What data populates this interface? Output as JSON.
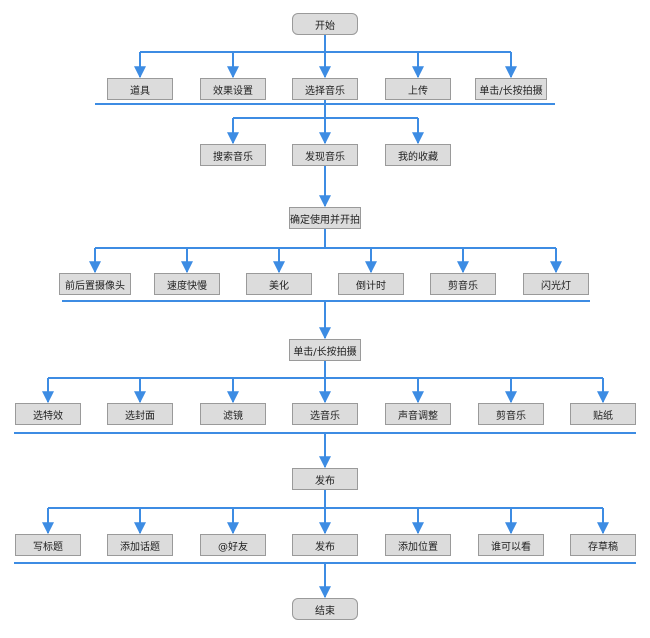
{
  "colors": {
    "line": "#3d8ce3",
    "box_fill": "#dcdcdc",
    "box_border": "#9a9a9a",
    "text": "#222222"
  },
  "start": "开始",
  "row1": [
    "道具",
    "效果设置",
    "选择音乐",
    "上传",
    "单击/长按拍摄"
  ],
  "music": [
    "搜索音乐",
    "发现音乐",
    "我的收藏"
  ],
  "confirm": "确定使用并开拍",
  "row2": [
    "前后置摄像头",
    "速度快慢",
    "美化",
    "倒计时",
    "剪音乐",
    "闪光灯"
  ],
  "shoot": "单击/长按拍摄",
  "row3": [
    "选特效",
    "选封面",
    "滤镜",
    "选音乐",
    "声音调整",
    "剪音乐",
    "贴纸"
  ],
  "publish": "发布",
  "row4": [
    "写标题",
    "添加话题",
    "@好友",
    "发布",
    "添加位置",
    "谁可以看",
    "存草稿"
  ],
  "end": "结束"
}
